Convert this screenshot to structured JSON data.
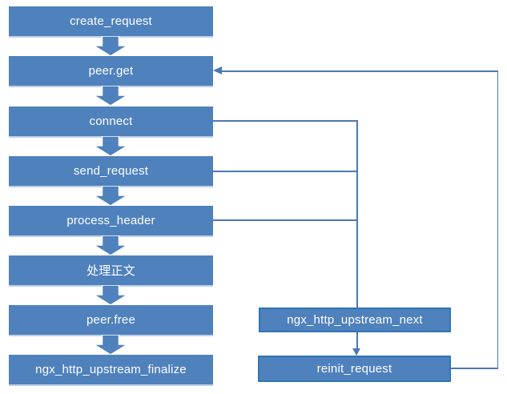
{
  "colors": {
    "node_fill": "#4f81bd",
    "side_node_border": "#2e75b6",
    "connector_line": "#4a79b5",
    "node_text": "#ffffff",
    "background": "#ffffff"
  },
  "main_flow": {
    "nodes": [
      {
        "id": "create_request",
        "label": "create_request"
      },
      {
        "id": "peer_get",
        "label": "peer.get"
      },
      {
        "id": "connect",
        "label": "connect"
      },
      {
        "id": "send_request",
        "label": "send_request"
      },
      {
        "id": "process_header",
        "label": "process_header"
      },
      {
        "id": "process_body",
        "label": "处理正文"
      },
      {
        "id": "peer_free",
        "label": "peer.free"
      },
      {
        "id": "ngx_http_upstream_finalize",
        "label": "ngx_http_upstream_finalize"
      }
    ]
  },
  "retry_flow": {
    "nodes": [
      {
        "id": "ngx_http_upstream_next",
        "label": "ngx_http_upstream_next"
      },
      {
        "id": "reinit_request",
        "label": "reinit_request"
      }
    ]
  },
  "edges": [
    {
      "from": "create_request",
      "to": "peer.get",
      "style": "block-arrow-down"
    },
    {
      "from": "peer.get",
      "to": "connect",
      "style": "block-arrow-down"
    },
    {
      "from": "connect",
      "to": "send_request",
      "style": "block-arrow-down"
    },
    {
      "from": "send_request",
      "to": "process_header",
      "style": "block-arrow-down"
    },
    {
      "from": "process_header",
      "to": "处理正文",
      "style": "block-arrow-down"
    },
    {
      "from": "处理正文",
      "to": "peer.free",
      "style": "block-arrow-down"
    },
    {
      "from": "peer.free",
      "to": "ngx_http_upstream_finalize",
      "style": "block-arrow-down"
    },
    {
      "from": "connect",
      "to": "ngx_http_upstream_next",
      "style": "thin-line"
    },
    {
      "from": "send_request",
      "to": "ngx_http_upstream_next",
      "style": "thin-line"
    },
    {
      "from": "process_header",
      "to": "ngx_http_upstream_next",
      "style": "thin-line"
    },
    {
      "from": "ngx_http_upstream_next",
      "to": "reinit_request",
      "style": "thin-arrow"
    },
    {
      "from": "reinit_request",
      "to": "peer.get",
      "style": "thin-arrow-loop"
    }
  ]
}
